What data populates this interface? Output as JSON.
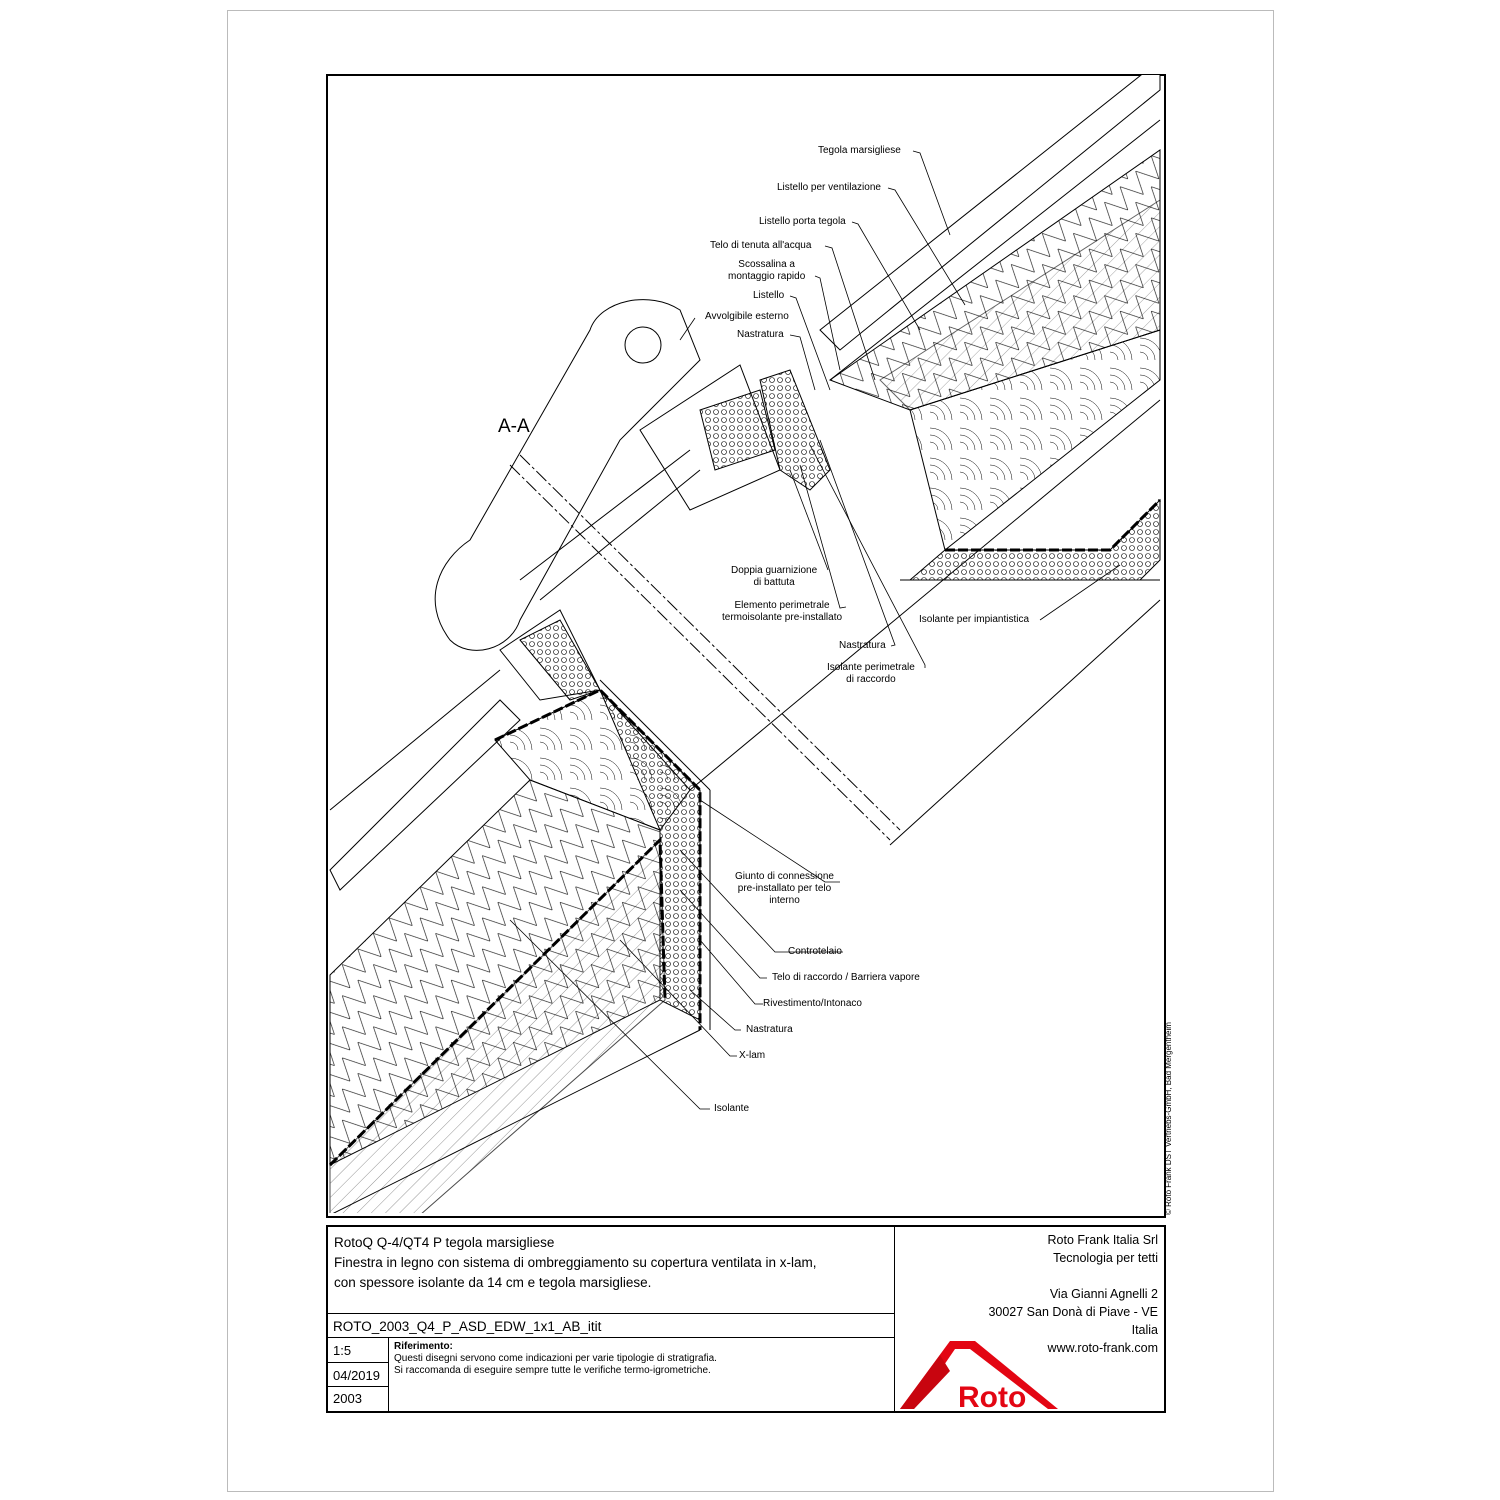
{
  "drawing": {
    "section_label": "A-A",
    "labels": [
      "Tegola marsigliese",
      "Listello per ventilazione",
      "Listello porta tegola",
      "Telo di tenuta all'acqua",
      "Scossalina a\nmontaggio rapido",
      "Listello",
      "Avvolgibile esterno",
      "Nastratura",
      "Doppia guarnizione\ndi battuta",
      "Elemento perimetrale\ntermoisolante pre-installato",
      "Isolante per impiantistica",
      "Nastratura",
      "Isolante perimetrale\ndi raccordo",
      "Giunto di connessione\npre-installato per telo\ninterno",
      "Controtelaio",
      "Telo di raccordo / Barriera vapore",
      "Rivestimento/Intonaco",
      "Nastratura",
      "X-lam",
      "Isolante"
    ],
    "copyright": "© Roto Frank DST Vertriebs-GmbH, Bad Mergentheim"
  },
  "title_block": {
    "title_lines": [
      "RotoQ Q-4/QT4 P tegola marsigliese",
      "Finestra in legno con sistema di ombreggiamento su copertura ventilata in x-lam,",
      "con spessore isolante da 14 cm e tegola marsigliese."
    ],
    "code": "ROTO_2003_Q4_P_ASD_EDW_1x1_AB_itit",
    "scale": "1:5",
    "date": "04/2019",
    "number": "2003",
    "reference_heading": "Riferimento:",
    "reference_lines": [
      "Questi disegni servono come indicazioni per varie tipologie di stratigrafia.",
      "Si raccomanda di eseguire sempre tutte le verifiche termo-igrometriche."
    ],
    "company": [
      "Roto Frank Italia Srl",
      "Tecnologia per tetti"
    ],
    "address": [
      "Via Gianni Agnelli 2",
      "30027 San Donà di Piave - VE",
      "Italia",
      "www.roto-frank.com"
    ],
    "logo_text": "Roto",
    "brand_color": "#e30613"
  }
}
